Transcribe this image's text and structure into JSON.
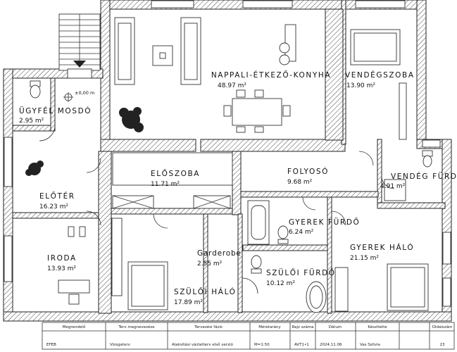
{
  "rooms": [
    {
      "id": "nappali",
      "name": "NAPPALI-ÉTKEZŐ-KONYHA",
      "area": "48.97 m²"
    },
    {
      "id": "vendegszoba",
      "name": "VENDÉGSZOBA",
      "area": "13.90 m²"
    },
    {
      "id": "ugyfel",
      "name": "ÜGYFÉL MOSDÓ",
      "area": "2.95 m²"
    },
    {
      "id": "eloszoba",
      "name": "ELŐSZOBA",
      "area": "11.71 m²"
    },
    {
      "id": "folyoso",
      "name": "FOLYOSÓ",
      "area": "9.68 m²"
    },
    {
      "id": "vendegfurdo",
      "name": "VENDÉG FÜRDŐ",
      "area": "4.91 m²"
    },
    {
      "id": "eloter",
      "name": "ELŐTÉR",
      "area": "16.23 m²"
    },
    {
      "id": "gyerekfurdo",
      "name": "GYEREK FÜRDŐ",
      "area": "6.24 m²"
    },
    {
      "id": "gyerekhalo",
      "name": "GYEREK HÁLÓ",
      "area": "21.15 m²"
    },
    {
      "id": "garderobe",
      "name": "Garderobe",
      "area": "2.55 m²"
    },
    {
      "id": "iroda",
      "name": "IRODA",
      "area": "13.93 m²"
    },
    {
      "id": "szulofurdo",
      "name": "SZÜLŐI FÜRDŐ",
      "area": "10.12 m²"
    },
    {
      "id": "szulohalo",
      "name": "SZÜLŐI HÁLÓ",
      "area": "17.89 m²"
    }
  ],
  "level_mark": "±0,00 m",
  "title_block": {
    "headers": [
      "Megrendelő",
      "Terv megnevezése",
      "Tervezési fázis",
      "Méretarány",
      "Rajz száma",
      "Dátum",
      "Készítette",
      "Oldalszám"
    ],
    "values": [
      "EFEB",
      "Vizsgaterv",
      "Alaksítási vázlatterv első verzió",
      "M=1:50",
      "AVT1•1",
      "2024.11.06",
      "Vas Szilvia",
      "23"
    ]
  }
}
